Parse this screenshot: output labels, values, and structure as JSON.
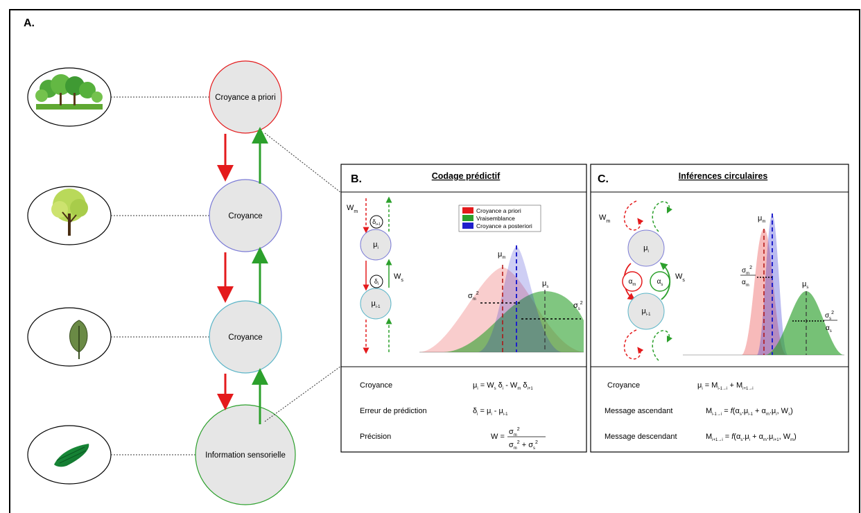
{
  "panel_a": {
    "label": "A.",
    "nodes": [
      {
        "label": "Croyance a priori"
      },
      {
        "label": "Croyance"
      },
      {
        "label": "Croyance"
      },
      {
        "label": "Information sensorielle"
      }
    ],
    "images": [
      "forest-image",
      "tree-image",
      "leaf-image",
      "green-texture-image"
    ]
  },
  "panel_b": {
    "label": "B.",
    "title": "Codage prédictif",
    "legend": [
      {
        "label": "Croyance a priori",
        "color": "#e41a1c"
      },
      {
        "label": "Vraisemblance",
        "color": "#2ca02c"
      },
      {
        "label": "Croyance a posteriori",
        "color": "#1f1fcc"
      }
    ],
    "equations": [
      {
        "name": "Croyance",
        "formula": "μi = Ws δi - Wm δi+1"
      },
      {
        "name": "Erreur de prédiction",
        "formula": "δi = μi - μi-1"
      },
      {
        "name": "Précision",
        "formula": "W = σm² / (σm² + σs²)"
      }
    ]
  },
  "panel_c": {
    "label": "C.",
    "title": "Inférences circulaires",
    "equations": [
      {
        "name": "Croyance",
        "formula": "μi = Mi-1→i + Mi+1→i"
      },
      {
        "name": "Message ascendant",
        "formula": "Mi-1→i = f(αs.μi-1 + αm.μi, Ws)"
      },
      {
        "name": "Message descendant",
        "formula": "Mi+1→i = f(αs.μi + αm.μi+1, Wm)"
      }
    ]
  },
  "colors": {
    "red": "#e41a1c",
    "green": "#2ca02c",
    "blue": "#1f1fcc",
    "node_fill": "#e6e6e6"
  }
}
